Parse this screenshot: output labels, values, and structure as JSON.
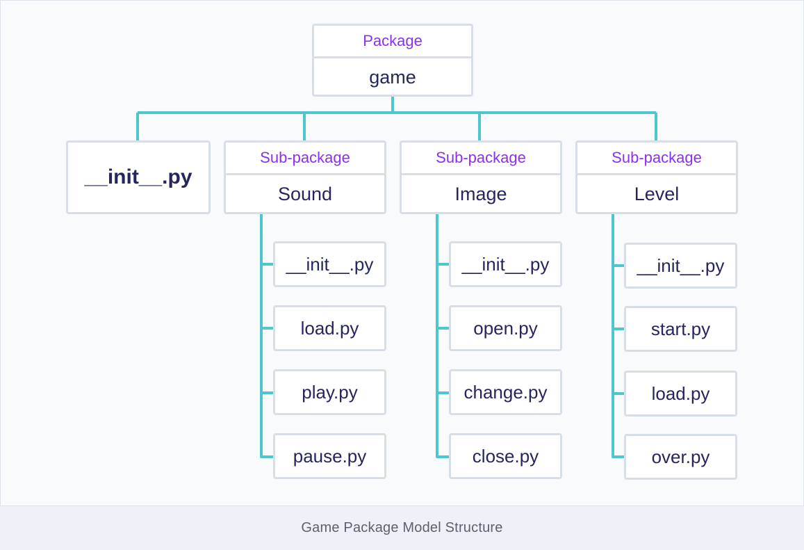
{
  "diagram": {
    "root": {
      "label": "Package",
      "name": "game"
    },
    "root_init": "__init__.py",
    "subpackages": [
      {
        "label": "Sub-package",
        "name": "Sound",
        "files": [
          "__init__.py",
          "load.py",
          "play.py",
          "pause.py"
        ]
      },
      {
        "label": "Sub-package",
        "name": "Image",
        "files": [
          "__init__.py",
          "open.py",
          "change.py",
          "close.py"
        ]
      },
      {
        "label": "Sub-package",
        "name": "Level",
        "files": [
          "__init__.py",
          "start.py",
          "load.py",
          "over.py"
        ]
      }
    ],
    "colors": {
      "connector": "#4dc7cd",
      "label": "#8b2ff0",
      "text": "#25265e",
      "border": "#d8dee8"
    }
  },
  "caption": "Game Package Model Structure"
}
